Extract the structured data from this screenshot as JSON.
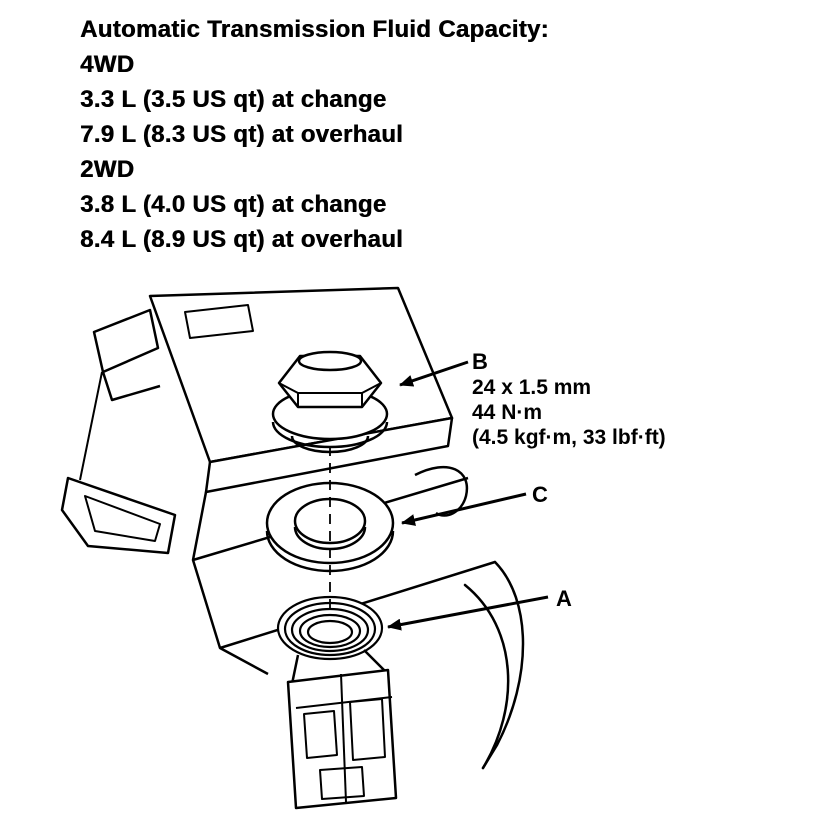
{
  "spec": {
    "title": "Automatic Transmission Fluid Capacity:",
    "lines": [
      "4WD",
      "3.3 L (3.5 US qt) at change",
      "7.9 L (8.3 US qt) at overhaul",
      "2WD",
      "3.8 L (4.0 US qt) at change",
      "8.4 L (8.9 US qt) at overhaul"
    ]
  },
  "diagram": {
    "callouts": {
      "b": {
        "label": "B",
        "spec1": "24 x 1.5 mm",
        "spec2": "44 N·m",
        "spec3": "(4.5 kgf·m, 33 lbf·ft)"
      },
      "c": {
        "label": "C"
      },
      "a": {
        "label": "A"
      }
    }
  },
  "colors": {
    "ink": "#000000",
    "paper": "#ffffff"
  }
}
